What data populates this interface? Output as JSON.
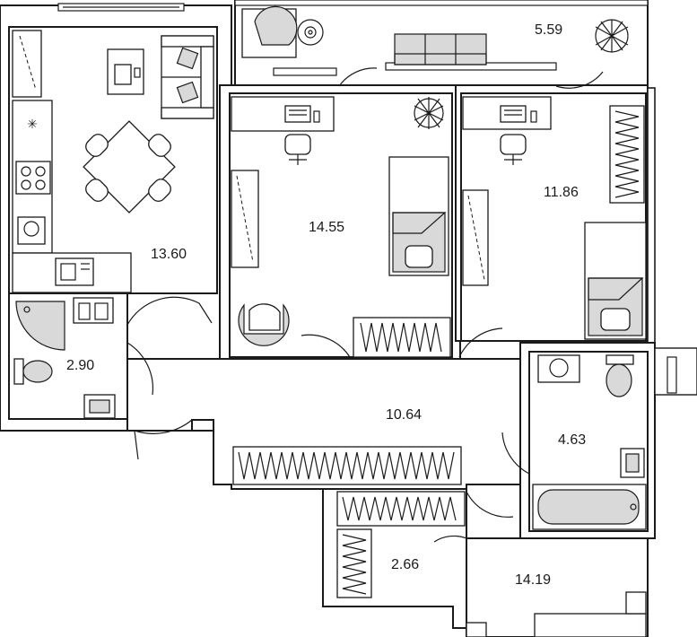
{
  "rooms": [
    {
      "area": "13.60"
    },
    {
      "area": "2.90"
    },
    {
      "area": "14.55"
    },
    {
      "area": "5.59"
    },
    {
      "area": "11.86"
    },
    {
      "area": "10.64"
    },
    {
      "area": "4.63"
    },
    {
      "area": "2.66"
    },
    {
      "area": "14.19"
    }
  ]
}
